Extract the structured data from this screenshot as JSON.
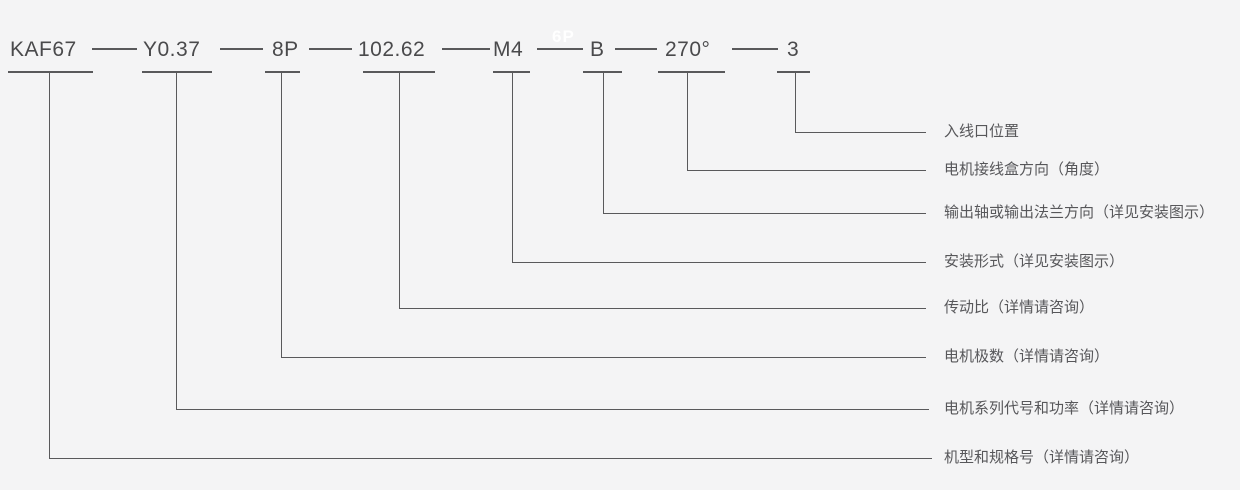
{
  "diagram": {
    "full_code": "KAF67——Y0.37——8P——102.62——M4——B——270°——3",
    "watermark": "6P",
    "codes": [
      {
        "text": "KAF67",
        "label": "机型和规格号（详情请咨询）"
      },
      {
        "text": "Y0.37",
        "label": "电机系列代号和功率（详情请咨询）"
      },
      {
        "text": "8P",
        "label": "电机极数（详情请咨询）"
      },
      {
        "text": "102.62",
        "label": "传动比（详情请咨询）"
      },
      {
        "text": "M4",
        "label": "安装形式（详见安装图示）"
      },
      {
        "text": "B",
        "label": "输出轴或输出法兰方向（详见安装图示）"
      },
      {
        "text": "270°",
        "label": "电机接线盒方向（角度）"
      },
      {
        "text": "3",
        "label": "入线口位置"
      }
    ],
    "colors": {
      "background": "#f4f4f5",
      "line": "#59595b",
      "code_text": "#4a4a4c",
      "label_text": "#57575a",
      "watermark_text": "#ffffff"
    }
  }
}
